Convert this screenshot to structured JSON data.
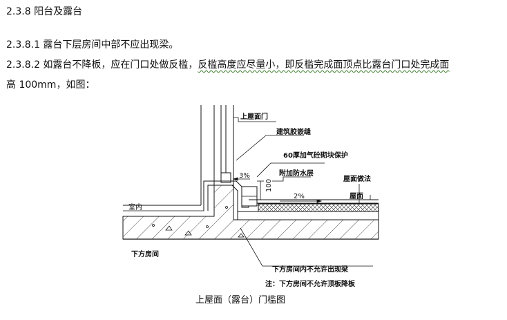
{
  "section": {
    "heading": "2.3.8 阳台及露台"
  },
  "paragraphs": {
    "p1": "2.3.8.1 露台下层房间中部不应出现梁。",
    "p2_prefix": "2.3.8.2  如露台不降板，应在门口处做反槛，",
    "p2_underlined": "反槛高度应尽量小，即反槛完成面顶点比露台门口处完成面",
    "p3": "高 100mm，如图："
  },
  "diagram": {
    "labels": {
      "top_door": "上屋面门",
      "sealant": "建筑胶嵌缝",
      "protection": "60厚加气砼砌块保护",
      "slope_3": "3%",
      "waterproof": "附加防水层",
      "roof_method": "屋面做法",
      "dim_100": "100",
      "slope_2": "2%",
      "roof": "屋面",
      "indoor": "室内",
      "room_below": "下方房间",
      "no_beam": "下方房间内不允许出现梁",
      "note": "注：下方房间不允许顶板降板"
    },
    "caption": "上屋面（露台）门槛图"
  }
}
